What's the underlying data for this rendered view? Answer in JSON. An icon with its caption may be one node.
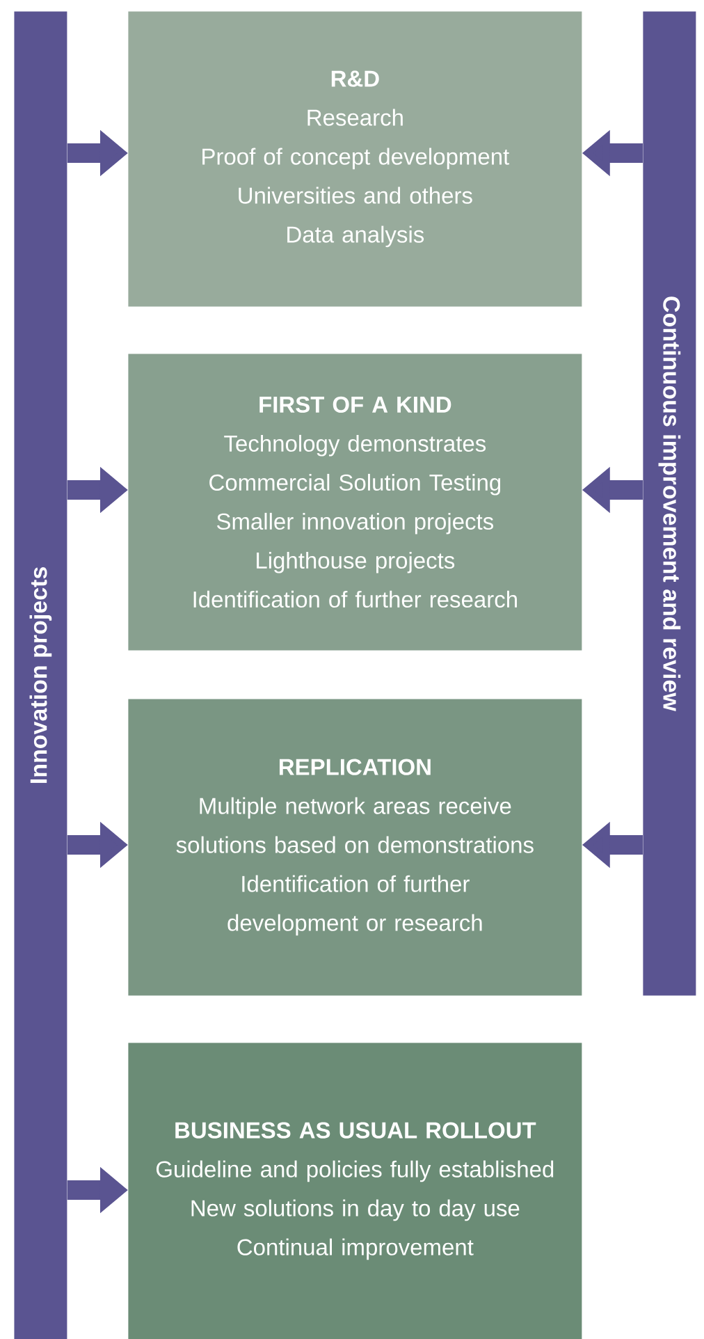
{
  "diagram": {
    "nodes": [
      {
        "text": [
          "Innovation projects"
        ]
      },
      {
        "text": [
          "Continuous improvement and review"
        ]
      },
      {
        "text": [
          "R&D",
          "Research",
          "Proof of concept development",
          "Universities and others",
          "Data analysis"
        ]
      },
      {
        "text": [
          "FIRST OF A KIND",
          "Technology demonstrates",
          "Commercial Solution Testing",
          "Smaller innovation projects",
          "Lighthouse projects",
          "Identification of further research"
        ]
      },
      {
        "text": [
          "REPLICATION",
          "Multiple network areas receive solutions based on demonstrations",
          "Identification of further development or research"
        ]
      },
      {
        "text": [
          "BUSINESS AS USUAL ROLLOUT",
          "Guideline and policies fully established",
          "New solutions in day to day use",
          "Continual improvement"
        ]
      }
    ],
    "edges": [
      {
        "from": 0,
        "to": 2,
        "arrow": "to"
      },
      {
        "from": 0,
        "to": 3,
        "arrow": "to"
      },
      {
        "from": 0,
        "to": 4,
        "arrow": "to"
      },
      {
        "from": 0,
        "to": 5,
        "arrow": "to"
      },
      {
        "from": 1,
        "to": 2,
        "arrow": "to"
      },
      {
        "from": 1,
        "to": 3,
        "arrow": "to"
      },
      {
        "from": 1,
        "to": 4,
        "arrow": "to"
      }
    ]
  }
}
